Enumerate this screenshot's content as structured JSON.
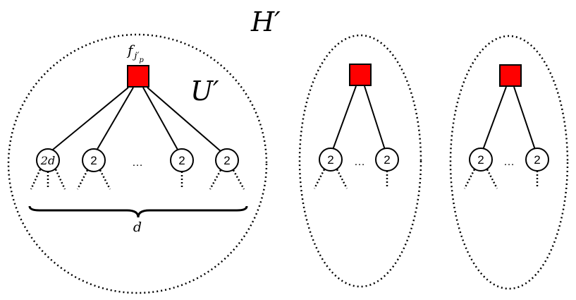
{
  "graph_label": "H′",
  "component_label": "U′",
  "factor_label": {
    "base": "f",
    "sub": "j",
    "subsub": "p",
    "prime": "′"
  },
  "brace_label": "d",
  "ellipsis": "…",
  "colors": {
    "factor_fill": "#ff0000",
    "factor_stroke": "#000000",
    "stroke": "#000000"
  },
  "groups": [
    {
      "name": "group-left",
      "children": [
        "2d",
        "2",
        "…",
        "2",
        "2"
      ]
    },
    {
      "name": "group-middle",
      "children": [
        "2",
        "…",
        "2"
      ]
    },
    {
      "name": "group-right",
      "children": [
        "2",
        "…",
        "2"
      ]
    }
  ]
}
